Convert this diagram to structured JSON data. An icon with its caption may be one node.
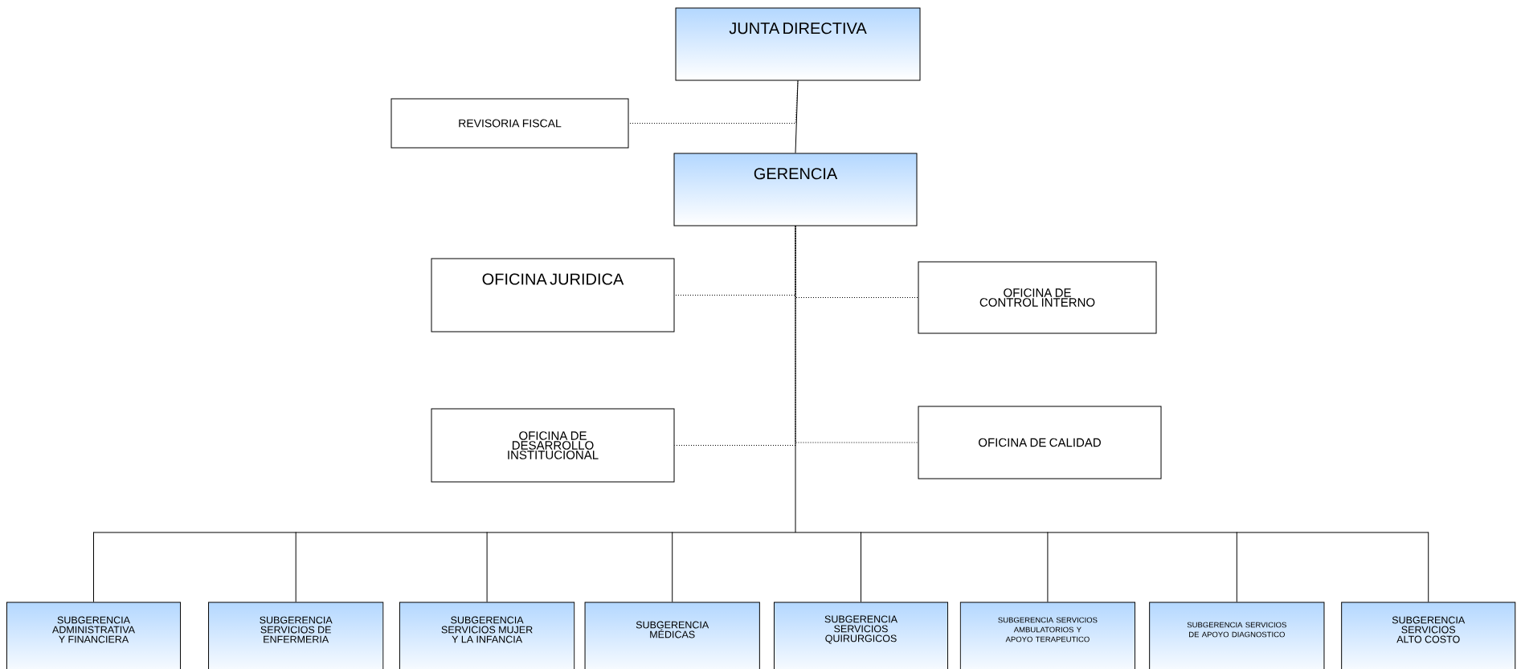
{
  "diagram": {
    "nodes": [
      {
        "text": [
          "JUNTA DIRECTIVA"
        ]
      },
      {
        "text": [
          "REVISORIA FISCAL"
        ]
      },
      {
        "text": [
          "GERENCIA"
        ]
      },
      {
        "text": [
          "OFICINA JURIDICA"
        ]
      },
      {
        "text": [
          "OFICINA DE CONTROL INTERNO"
        ]
      },
      {
        "text": [
          "OFICINA DE DESARROLLO INSTITUCIONAL"
        ]
      },
      {
        "text": [
          "OFICINA DE CALIDAD"
        ]
      },
      {
        "text": [
          "SUBGERENCIA ADMINISTRATIVA Y FINANCIERA"
        ]
      },
      {
        "text": [
          "SUBGERENCIA SERVICIOS DE ENFERMERIA"
        ]
      },
      {
        "text": [
          "SUBGERENCIA SERVICIOS MUJER Y LA INFANCIA"
        ]
      },
      {
        "text": [
          "SUBGERENCIA MÉDICAS"
        ]
      },
      {
        "text": [
          "SUBGERENCIA SERVICIOS QUIRURGICOS"
        ]
      },
      {
        "text": [
          "SUBGERENCIA SERVICIOS AMBULATORIOS Y APOYO TERAPEUTICO"
        ]
      },
      {
        "text": [
          "SUBGERENCIA SERVICIOS DE APOYO DIAGNOSTICO"
        ]
      },
      {
        "text": [
          "SUBGERENCIA SERVICIOS ALTO COSTO"
        ]
      }
    ],
    "edges": [
      {
        "from": 0,
        "to": 2,
        "arrow": "none"
      },
      {
        "from": 0,
        "to": 1,
        "arrow": "none",
        "style": "dashed"
      },
      {
        "from": 2,
        "to": 3,
        "arrow": "none",
        "style": "dashed"
      },
      {
        "from": 2,
        "to": 4,
        "arrow": "none",
        "style": "dashed"
      },
      {
        "from": 2,
        "to": 5,
        "arrow": "none",
        "style": "dashed"
      },
      {
        "from": 2,
        "to": 6,
        "arrow": "none",
        "style": "dashed"
      },
      {
        "from": 2,
        "to": 7,
        "arrow": "none"
      },
      {
        "from": 2,
        "to": 8,
        "arrow": "none"
      },
      {
        "from": 2,
        "to": 9,
        "arrow": "none"
      },
      {
        "from": 2,
        "to": 10,
        "arrow": "none"
      },
      {
        "from": 2,
        "to": 11,
        "arrow": "none"
      },
      {
        "from": 2,
        "to": 12,
        "arrow": "none"
      },
      {
        "from": 2,
        "to": 13,
        "arrow": "none"
      },
      {
        "from": 2,
        "to": 14,
        "arrow": "none"
      }
    ]
  }
}
